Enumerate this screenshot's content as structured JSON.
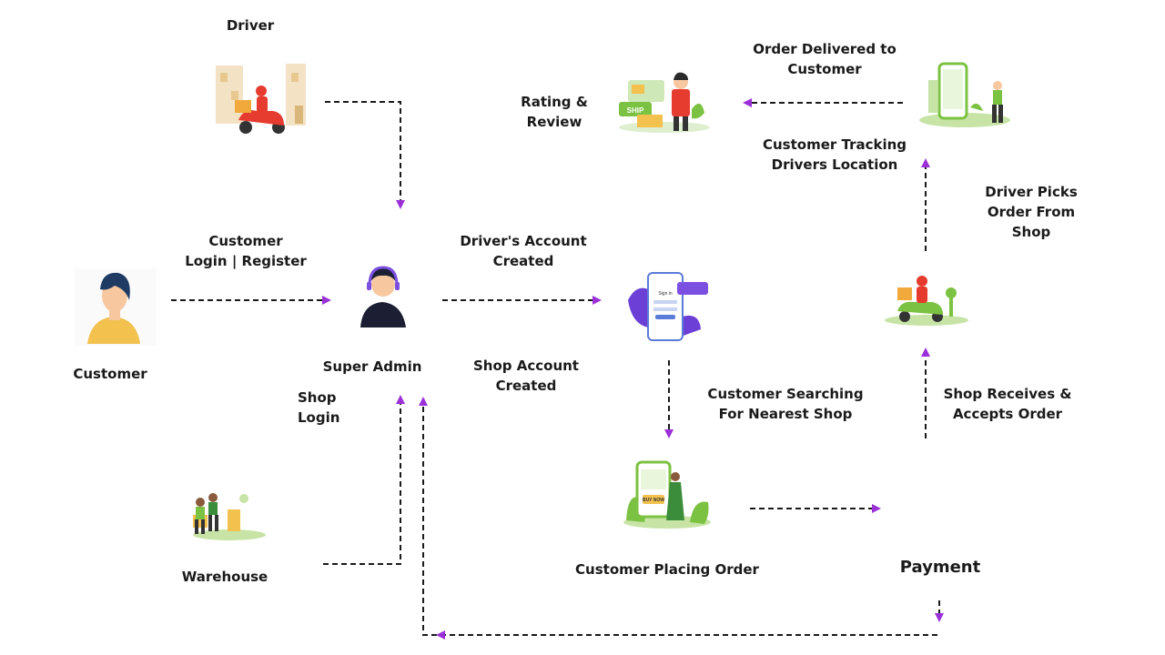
{
  "labels": {
    "driver": "Driver",
    "rating_review": [
      "Rating &",
      "Review"
    ],
    "order_delivered": [
      "Order Delivered to",
      "Customer"
    ],
    "customer_tracking": [
      "Customer Tracking",
      "Drivers Location"
    ],
    "driver_picks": [
      "Driver Picks",
      "Order From",
      "Shop"
    ],
    "customer_login": [
      "Customer",
      "Login | Register"
    ],
    "drivers_account": [
      "Driver's Account",
      "Created"
    ],
    "customer": "Customer",
    "super_admin": "Super Admin",
    "shop_account": [
      "Shop Account",
      "Created"
    ],
    "shop_login": [
      "Shop",
      "Login"
    ],
    "customer_searching": [
      "Customer Searching",
      "For Nearest Shop"
    ],
    "shop_receives": [
      "Shop Receives &",
      "Accepts Order"
    ],
    "warehouse": "Warehouse",
    "customer_placing_order": "Customer Placing Order",
    "payment": "Payment"
  },
  "illustration_text": {
    "ship": "SHIP",
    "buy_now": "BUY NOW",
    "sign_in": "Sign in"
  },
  "colors": {
    "arrow_head": "#9b30d9",
    "line": "#1a1a1a",
    "green": "#7cc242",
    "red": "#e63c2f",
    "purple": "#7b4fe0",
    "skin": "#f7c8a0"
  }
}
